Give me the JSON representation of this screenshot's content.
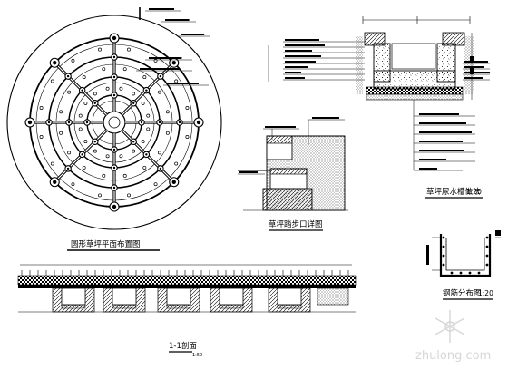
{
  "titles": {
    "plan": "圆形草坪平面布置图",
    "steps_detail": "草坪踏步口详图",
    "pool_section": "草坪尿水槽做法",
    "pool_section_scale": "1:20",
    "section_1_1": "1-1剖面",
    "section_1_1_scale": "1:50",
    "rebar": "钢筋分布图",
    "rebar_scale": "1:20"
  },
  "watermark": {
    "site": "zhulong.com"
  },
  "colors": {
    "ink": "#000000",
    "watermark": "#c9c9c9",
    "paper": "#ffffff"
  }
}
